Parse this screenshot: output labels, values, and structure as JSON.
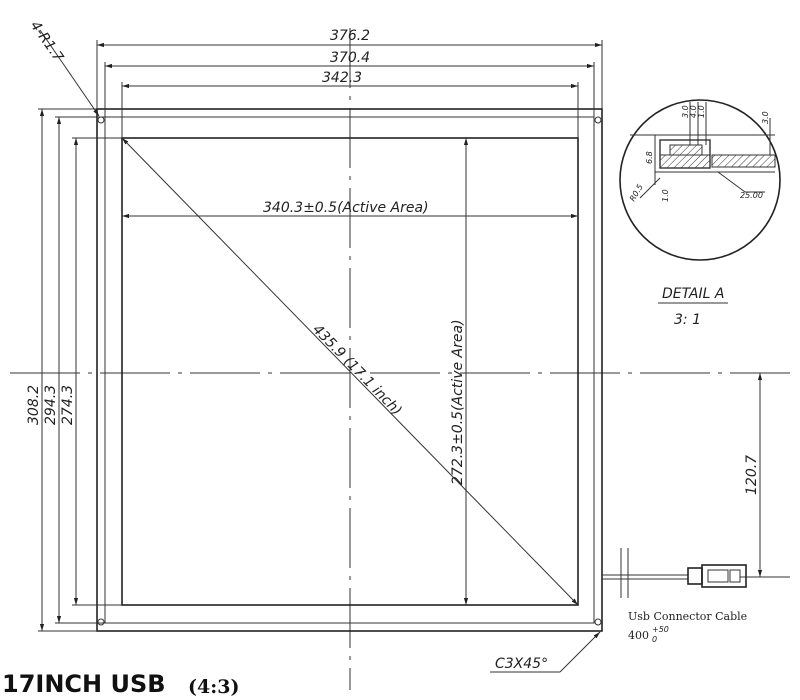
{
  "dimensions": {
    "outer_width": "376.2",
    "mid_width": "370.4",
    "inner_width": "342.3",
    "active_width": "340.3±0.5(Active Area)",
    "diagonal": "435.9 (17.1 inch)",
    "active_height": "272.3±0.5(Active Area)",
    "outer_height": "308.2",
    "mid_height": "294.3",
    "inner_height": "274.3",
    "cable_offset": "120.7",
    "corner_radius": "4-R1.7",
    "chamfer": "C3X45°"
  },
  "detail": {
    "title": "DETAIL A",
    "scale": "3: 1",
    "dims": [
      "3.0",
      "4.0",
      "1.0",
      "3.0",
      "6.8",
      "R0.5",
      "1.0",
      "25.00"
    ]
  },
  "cable": {
    "label": "Usb Connector Cable",
    "length": "400",
    "tol_upper": "+50",
    "tol_lower": "0"
  },
  "title": {
    "main": "17INCH USB",
    "ratio": "(4:3)"
  }
}
